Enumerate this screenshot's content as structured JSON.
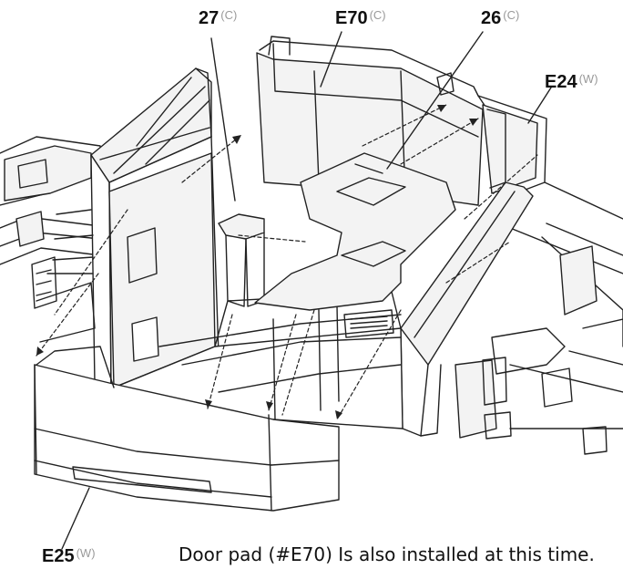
{
  "labels": {
    "part27": {
      "code": "27",
      "mark": "(C)"
    },
    "partE70": {
      "code": "E70",
      "mark": "(C)"
    },
    "part26": {
      "code": "26",
      "mark": "(C)"
    },
    "partE24": {
      "code": "E24",
      "mark": "(W)"
    },
    "partE25": {
      "code": "E25",
      "mark": "(W)"
    }
  },
  "caption": "Door pad (#E70) Is also installed at this time.",
  "colors": {
    "line": "#222222",
    "panel": "#f3f3f3",
    "mark": "#9a9a9a"
  }
}
